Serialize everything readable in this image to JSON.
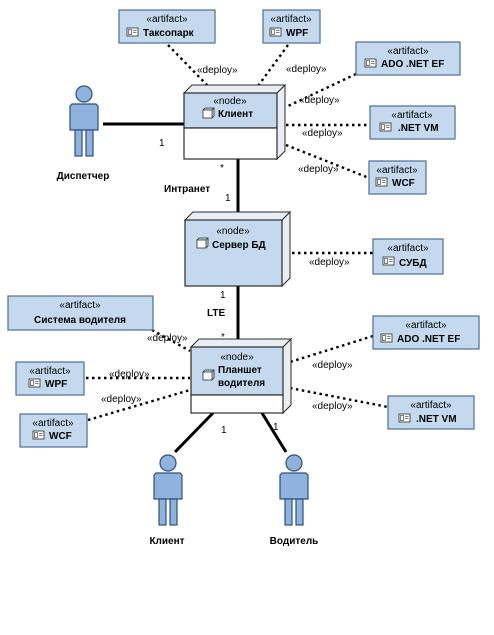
{
  "diagram": {
    "artifact_stereotype": "«artifact»",
    "node_stereotype": "«node»",
    "deploy_label": "«deploy»",
    "nodes": {
      "client": "Клиент",
      "db_server": "Сервер БД",
      "tablet_line1": "Планшет",
      "tablet_line2": "водителя"
    },
    "artifacts": {
      "taxopark": "Таксопарк",
      "wpf_top": "WPF",
      "ado_top": "ADO .NET EF",
      "netvm_top": ".NET VM",
      "wcf_top": "WCF",
      "dbms": "СУБД",
      "driver_system": "Система водителя",
      "wpf_bottom": "WPF",
      "wcf_bottom": "WCF",
      "ado_bottom": "ADO .NET EF",
      "netvm_bottom": ".NET VM"
    },
    "actors": {
      "dispatcher": "Диспетчер",
      "client": "Клиент",
      "driver": "Водитель"
    },
    "links": {
      "intranet": "Интранет",
      "lte": "LTE",
      "m_dispatcher": "1",
      "m_client_star": "*",
      "m_db_top": "1",
      "m_db_bottom": "1",
      "m_tablet_star": "*",
      "m_actor_client": "1",
      "m_actor_driver": "1"
    }
  }
}
